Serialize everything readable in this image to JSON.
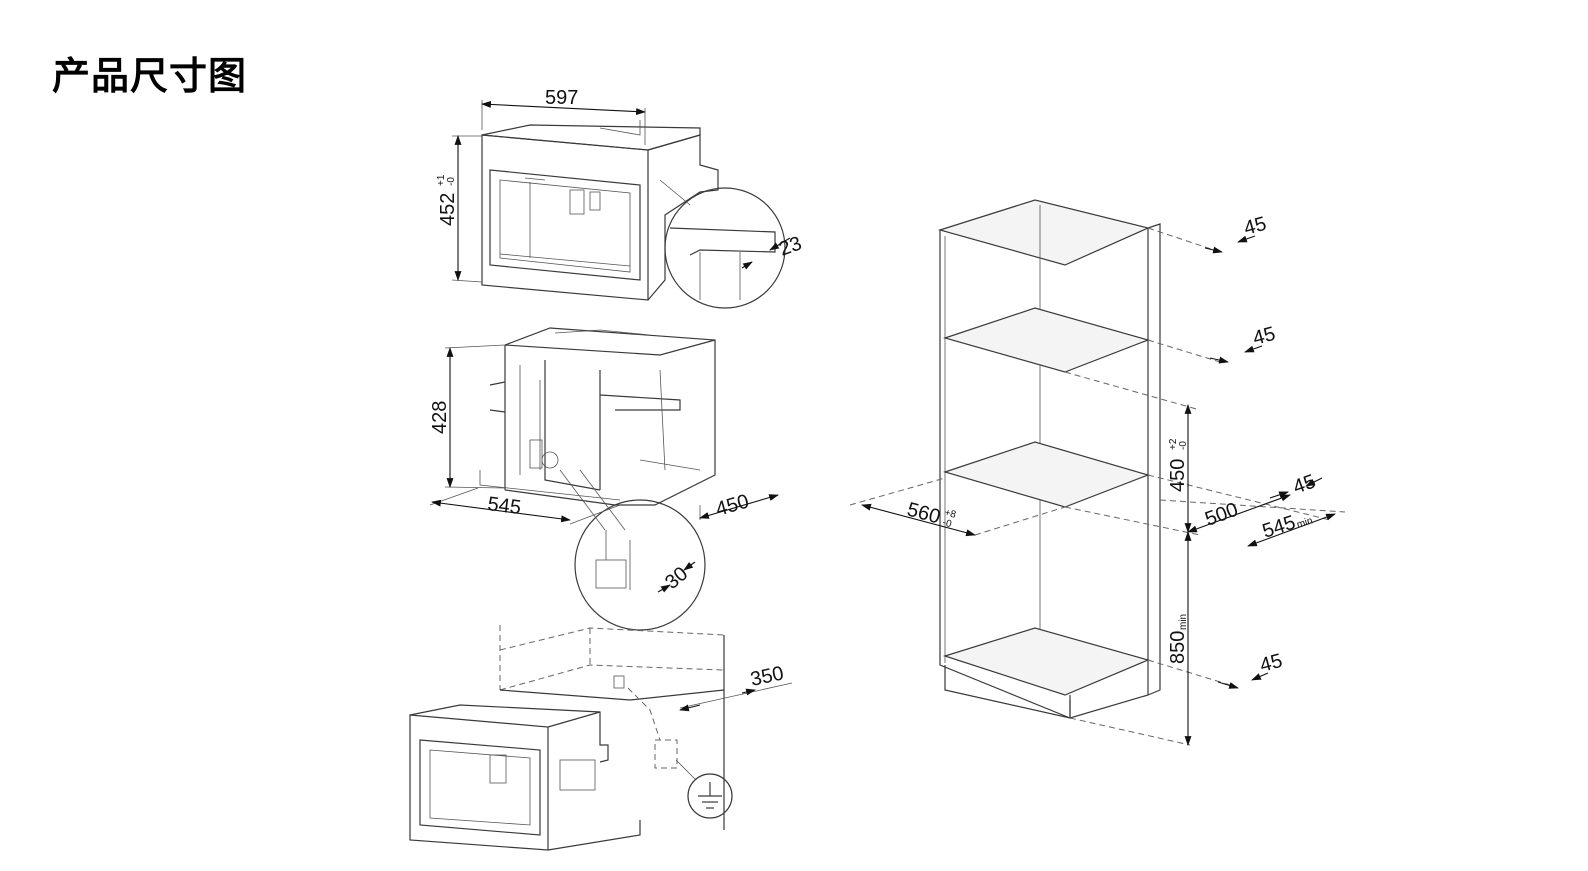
{
  "page": {
    "title": "产品尺寸图"
  },
  "dimensions": {
    "appliance_width": "597",
    "appliance_height": "452",
    "appliance_height_tolerance_upper": "+1",
    "appliance_height_tolerance_lower": "-0",
    "trim_overlap": "23",
    "body_height": "428",
    "body_width": "545",
    "body_depth": "450",
    "cable_clearance": "30",
    "socket_offset": "350",
    "cabinet_gap_top": "45",
    "cabinet_gap_upper_shelf": "45",
    "niche_height": "450",
    "niche_height_tolerance_upper": "+2",
    "niche_height_tolerance_lower": "-0",
    "niche_gap_side": "45",
    "niche_width": "560",
    "niche_width_tolerance_upper": "+8",
    "niche_width_tolerance_lower": "-0",
    "niche_depth": "500",
    "cabinet_depth_min": "545",
    "cabinet_depth_min_suffix": "min",
    "floor_height_min": "850",
    "floor_height_min_suffix": "min",
    "cabinet_gap_bottom": "45"
  },
  "icons": {
    "ground": "ground-symbol-icon"
  }
}
